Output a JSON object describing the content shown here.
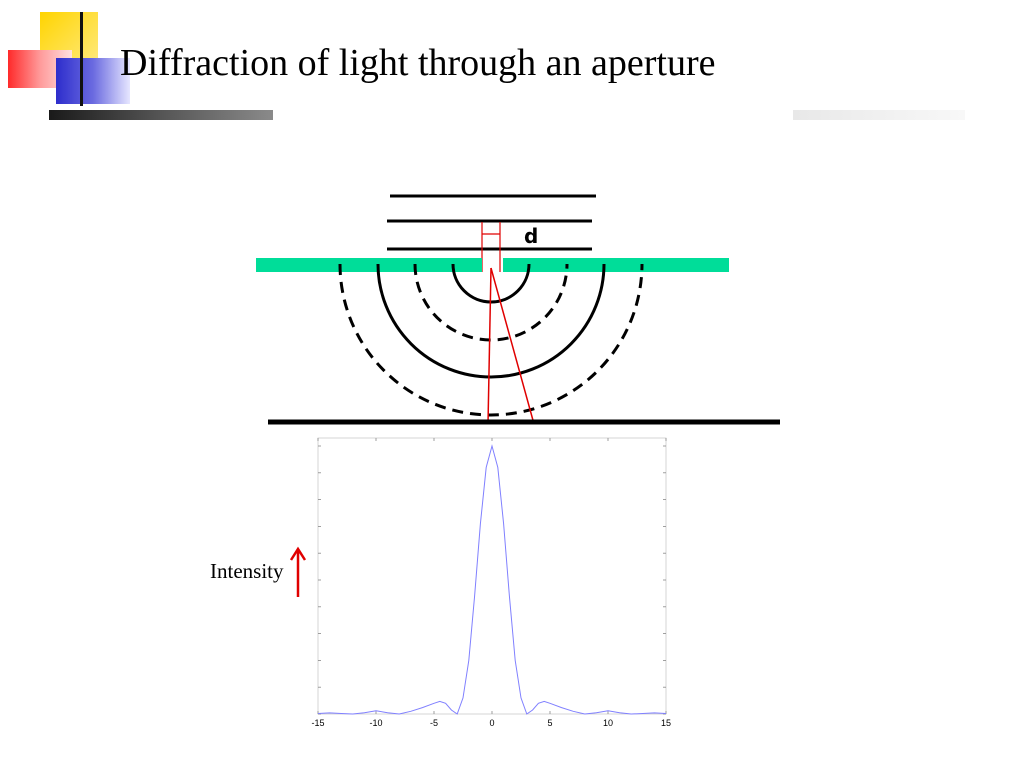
{
  "slide": {
    "title": "Diffraction of light through an aperture"
  },
  "diagram": {
    "aperture_label": "d",
    "intensity_label": "Intensity"
  },
  "colors": {
    "barrier": "#00dd99",
    "rays": "#e00000",
    "curve": "#8080ff",
    "logo_yellow": "#ffcc00",
    "logo_red": "#ff3b3b",
    "logo_blue": "#3333cc"
  },
  "chart_data": {
    "type": "line",
    "title": "",
    "xlabel": "",
    "ylabel": "Intensity",
    "xlim": [
      -15,
      15
    ],
    "ylim": [
      0,
      1
    ],
    "xticks": [
      -15,
      -10,
      -5,
      0,
      5,
      10,
      15
    ],
    "xtick_labels": [
      "-15",
      "-10",
      "-5",
      "0",
      "5",
      "10",
      "15"
    ],
    "grid": false,
    "series": [
      {
        "x": [
          -15,
          -14,
          -13,
          -12,
          -11,
          -10,
          -9,
          -8,
          -7,
          -6,
          -5,
          -4.5,
          -4,
          -3.5,
          -3,
          -2.5,
          -2,
          -1.5,
          -1,
          -0.5,
          0,
          0.5,
          1,
          1.5,
          2,
          2.5,
          3,
          3.5,
          4,
          4.5,
          5,
          6,
          7,
          8,
          9,
          10,
          11,
          12,
          13,
          14,
          15
        ],
        "y": [
          0.002,
          0.004,
          0.002,
          0.0,
          0.005,
          0.012,
          0.005,
          0.0,
          0.01,
          0.024,
          0.04,
          0.047,
          0.04,
          0.015,
          0.0,
          0.06,
          0.2,
          0.44,
          0.71,
          0.92,
          1.0,
          0.92,
          0.71,
          0.44,
          0.2,
          0.06,
          0.0,
          0.015,
          0.04,
          0.047,
          0.04,
          0.024,
          0.01,
          0.0,
          0.005,
          0.012,
          0.005,
          0.0,
          0.002,
          0.004,
          0.002
        ]
      }
    ]
  }
}
